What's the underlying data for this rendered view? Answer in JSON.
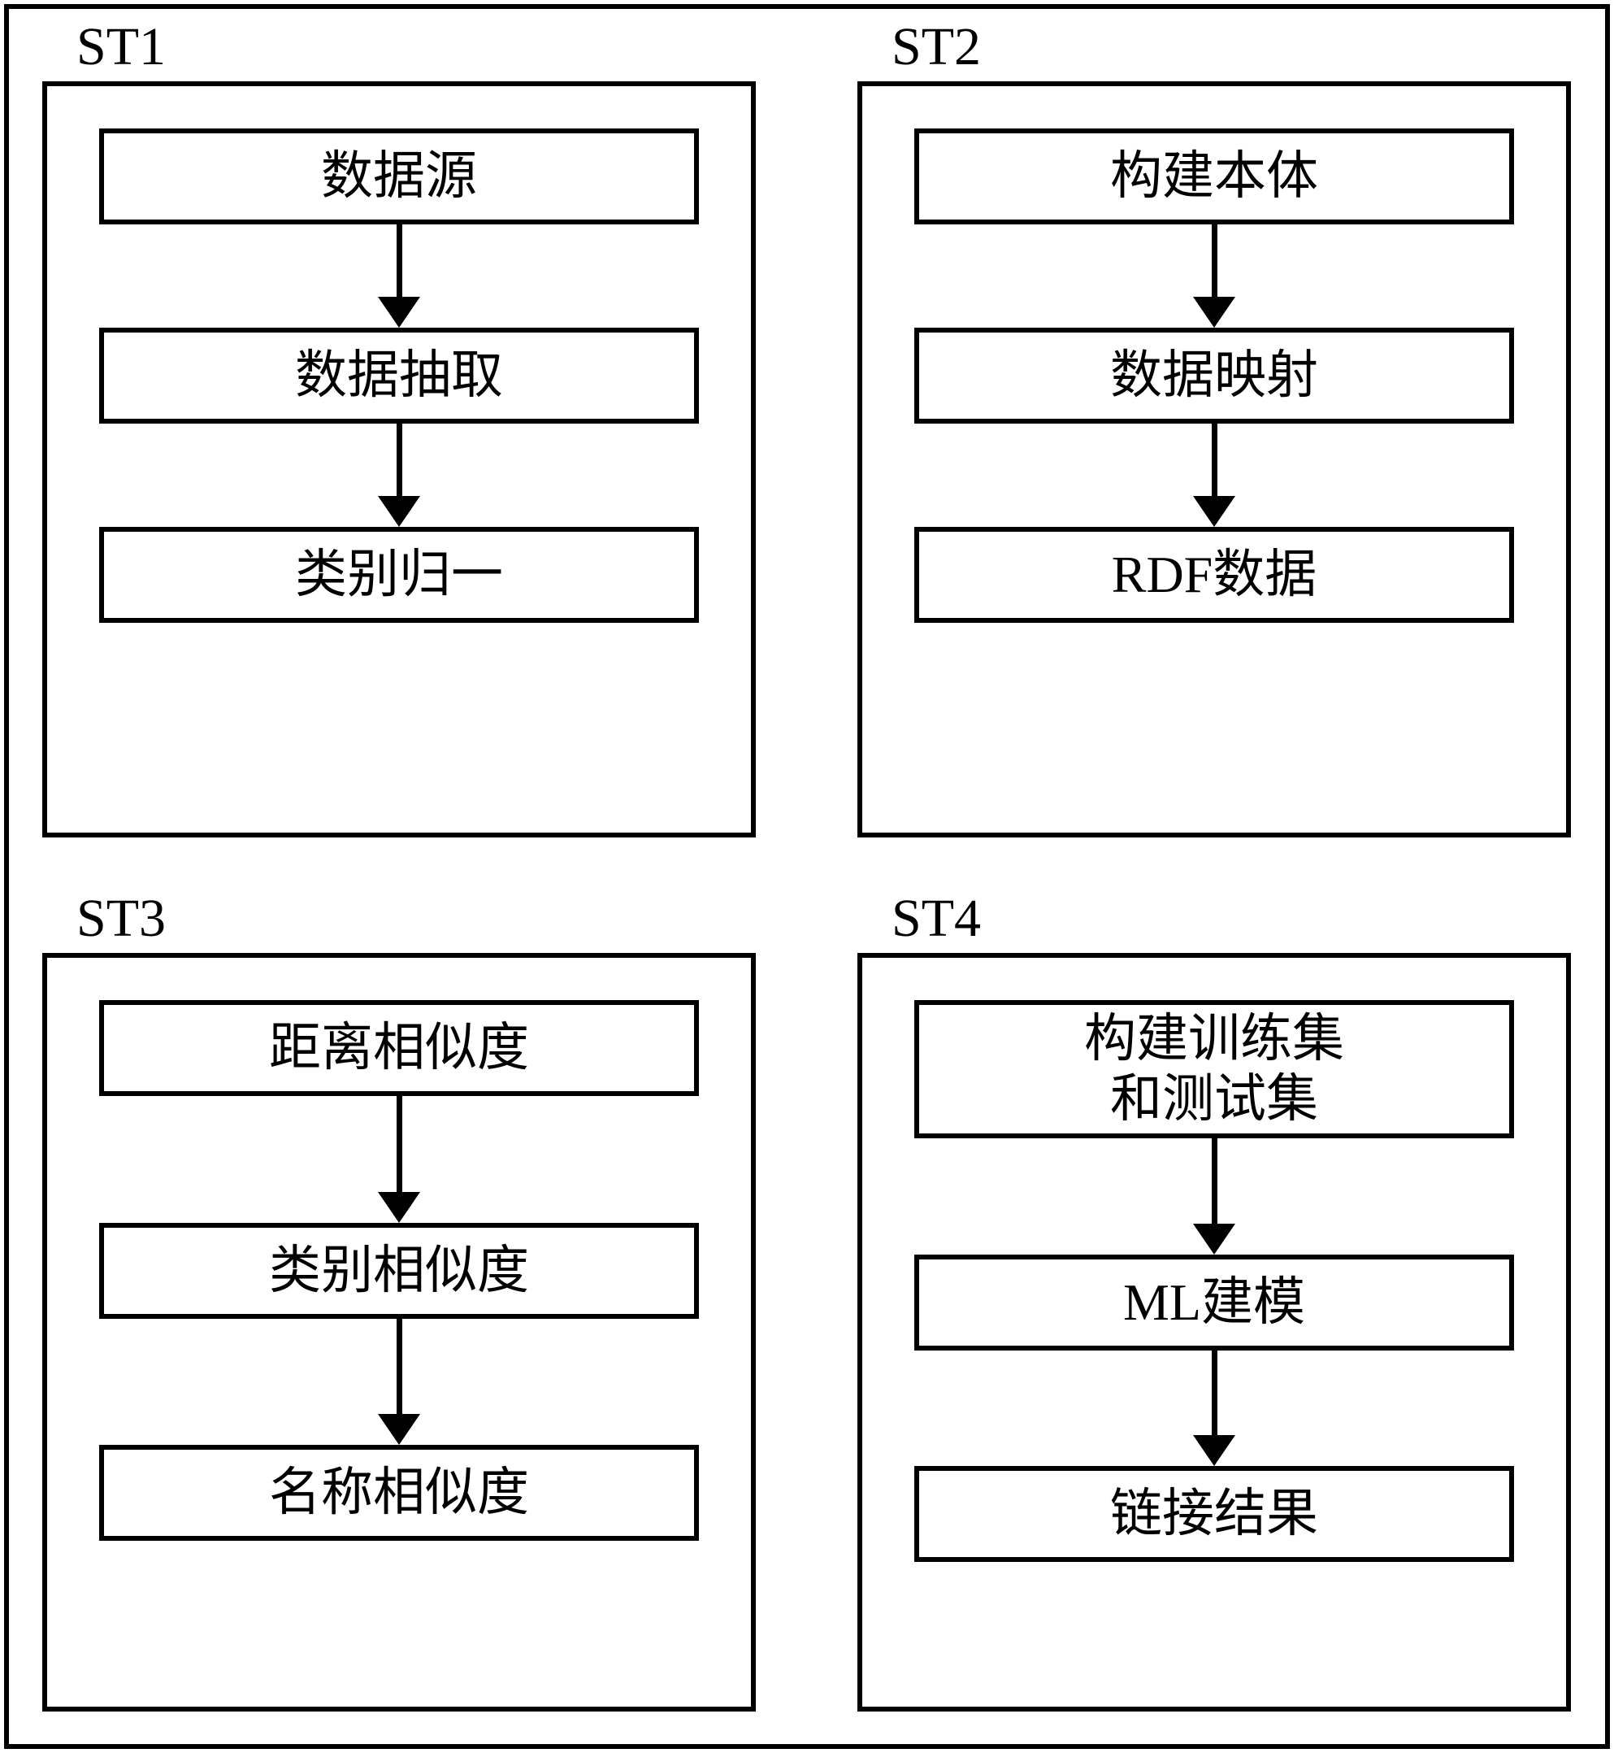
{
  "diagram": {
    "title": "",
    "outer_frame": true,
    "groups": [
      {
        "id": "st1",
        "label": "ST1",
        "nodes": [
          {
            "id": "data-source",
            "text": "数据源"
          },
          {
            "id": "data-extraction",
            "text": "数据抽取"
          },
          {
            "id": "category-normalization",
            "text": "类别归一"
          }
        ],
        "edges": [
          {
            "from": "data-source",
            "to": "data-extraction",
            "arrow": "down"
          },
          {
            "from": "data-extraction",
            "to": "category-normalization",
            "arrow": "down"
          }
        ]
      },
      {
        "id": "st2",
        "label": "ST2",
        "nodes": [
          {
            "id": "build-ontology",
            "text": "构建本体"
          },
          {
            "id": "data-mapping",
            "text": "数据映射"
          },
          {
            "id": "rdf-data",
            "text": "RDF数据"
          }
        ],
        "edges": [
          {
            "from": "build-ontology",
            "to": "data-mapping",
            "arrow": "down"
          },
          {
            "from": "data-mapping",
            "to": "rdf-data",
            "arrow": "down"
          }
        ]
      },
      {
        "id": "st3",
        "label": "ST3",
        "nodes": [
          {
            "id": "distance-similarity",
            "text": "距离相似度"
          },
          {
            "id": "category-similarity",
            "text": "类别相似度"
          },
          {
            "id": "name-similarity",
            "text": "名称相似度"
          }
        ],
        "edges": [
          {
            "from": "distance-similarity",
            "to": "category-similarity",
            "arrow": "down"
          },
          {
            "from": "category-similarity",
            "to": "name-similarity",
            "arrow": "down"
          }
        ]
      },
      {
        "id": "st4",
        "label": "ST4",
        "nodes": [
          {
            "id": "build-train-test-set",
            "text": "构建训练集\n和测试集"
          },
          {
            "id": "ml-modeling",
            "text": "ML建模"
          },
          {
            "id": "link-result",
            "text": "链接结果"
          }
        ],
        "edges": [
          {
            "from": "build-train-test-set",
            "to": "ml-modeling",
            "arrow": "down"
          },
          {
            "from": "ml-modeling",
            "to": "link-result",
            "arrow": "down"
          }
        ]
      }
    ],
    "colors": {
      "stroke": "#000000",
      "fill": "#ffffff",
      "text": "#000000"
    }
  }
}
